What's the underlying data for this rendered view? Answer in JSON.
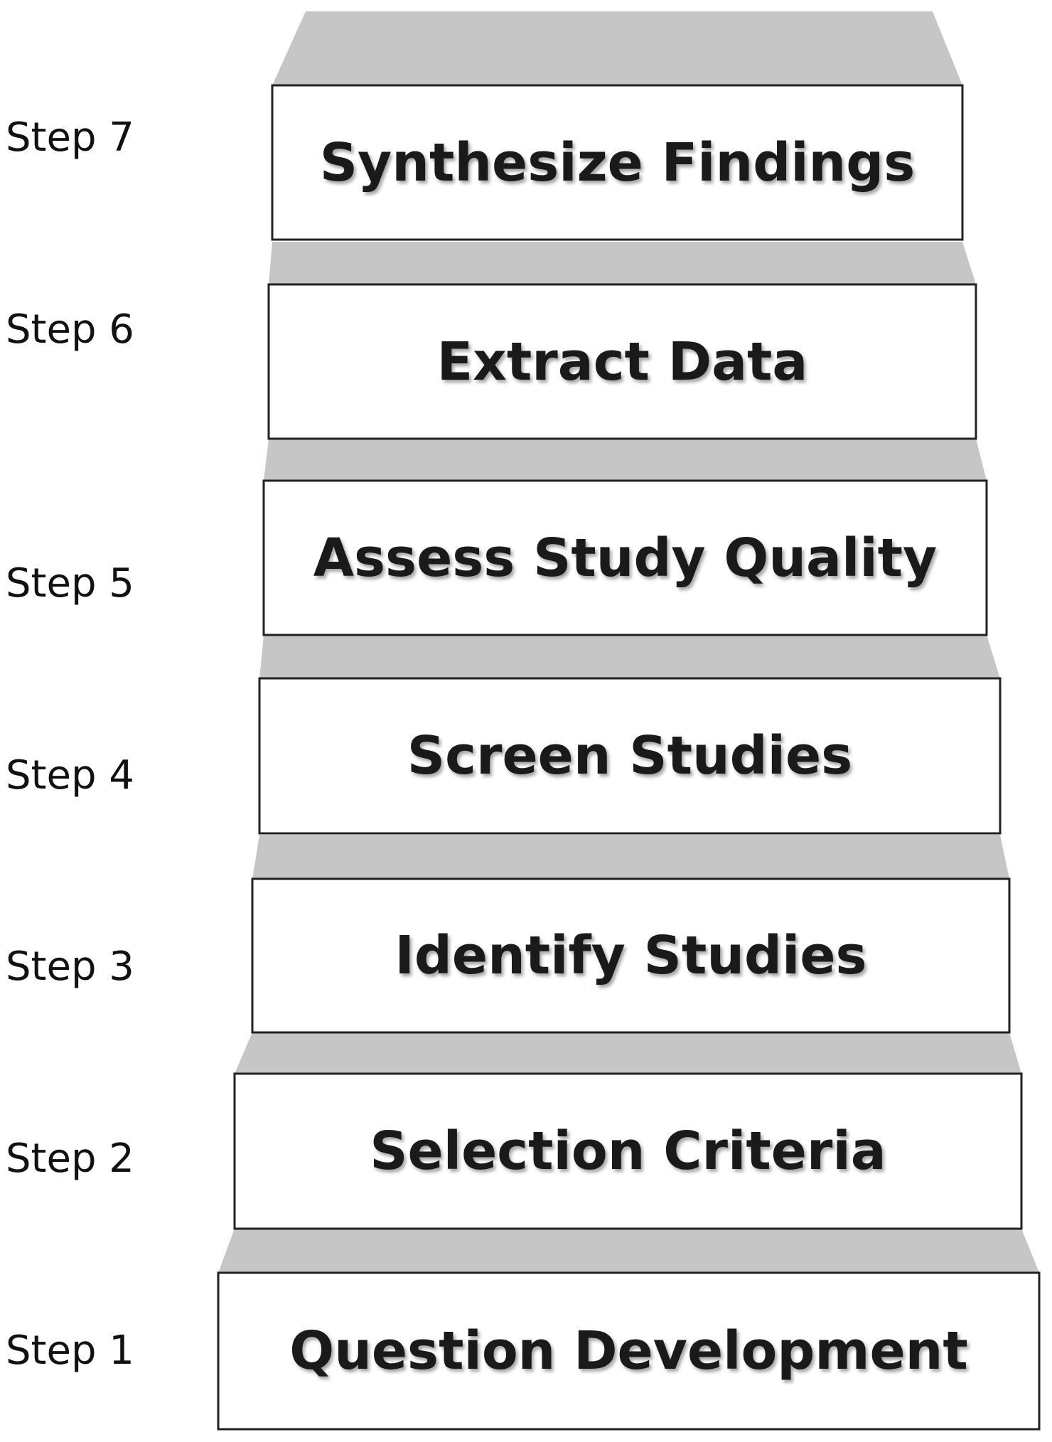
{
  "steps": [
    {
      "label": "Step 7",
      "text": "Synthesize Findings"
    },
    {
      "label": "Step 6",
      "text": "Extract Data"
    },
    {
      "label": "Step 5",
      "text": "Assess Study Quality"
    },
    {
      "label": "Step 4",
      "text": "Screen Studies"
    },
    {
      "label": "Step 3",
      "text": "Identify Studies"
    },
    {
      "label": "Step 2",
      "text": "Selection Criteria"
    },
    {
      "label": "Step 1",
      "text": "Question Development"
    }
  ],
  "colors": {
    "tread": "#c6c6c6",
    "box_fill": "#ffffff",
    "box_border": "#222222"
  }
}
